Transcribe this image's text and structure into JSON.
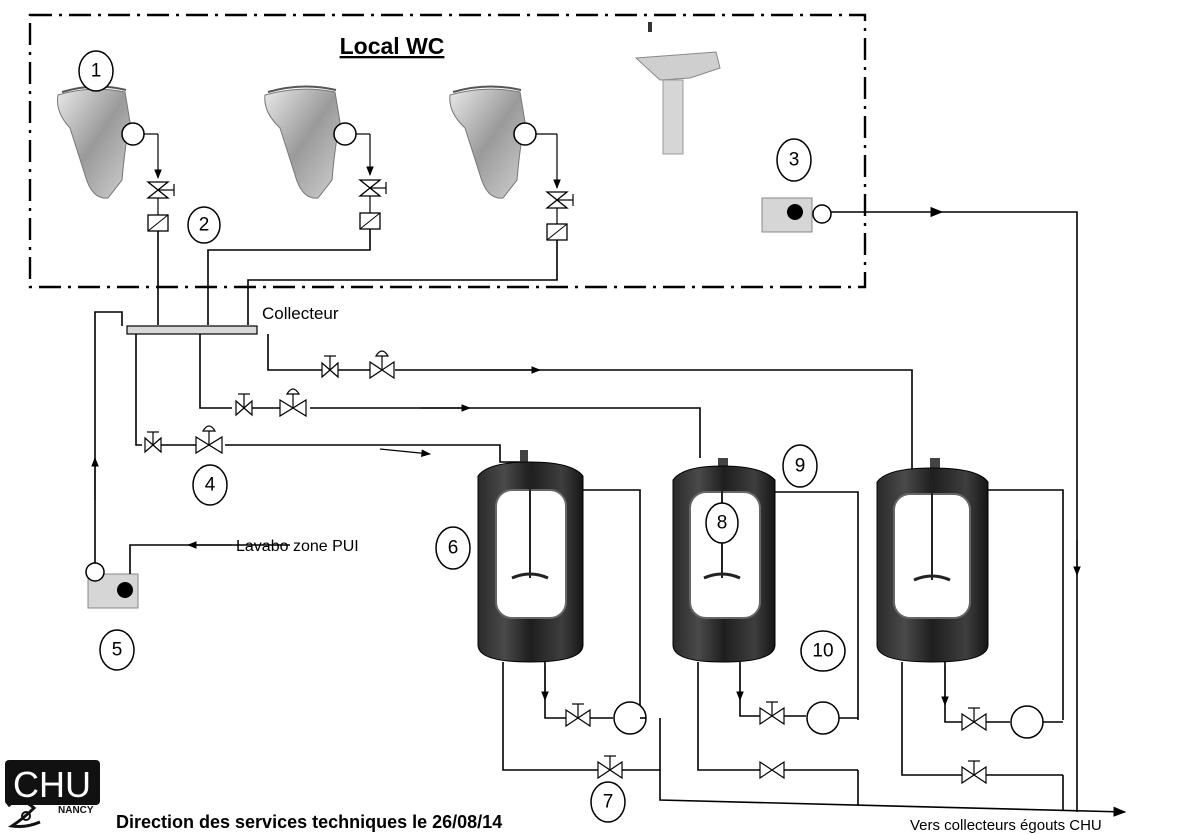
{
  "title": "Local WC",
  "labels": {
    "collector": "Collecteur",
    "sink_pui": "Lavabo zone PUI",
    "outlet": "Vers collecteurs égouts CHU",
    "footer": "Direction des services techniques le  26/08/14"
  },
  "logo": {
    "main": "CHU",
    "sub": "NANCY"
  },
  "markers": [
    "1",
    "2",
    "3",
    "4",
    "5",
    "6",
    "7",
    "8",
    "9",
    "10"
  ]
}
